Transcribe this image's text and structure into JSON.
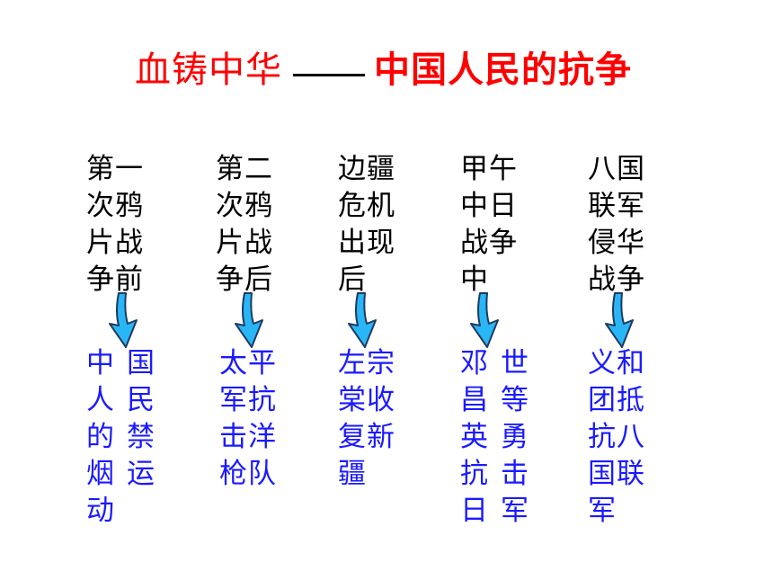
{
  "title": {
    "main": "血铸中华",
    "subtitle": "中国人民的抗争"
  },
  "columns": [
    {
      "period": "第一次鸦片战争前",
      "event": "中国人民的禁烟运动"
    },
    {
      "period": "第二次鸦片战争后",
      "event": "太平军抗击洋枪队"
    },
    {
      "period": "边疆危机出现后",
      "event": "左宗棠收复新疆"
    },
    {
      "period": "甲午中日战争中",
      "event": "邓世昌等英勇抗击日军"
    },
    {
      "period": "八国联军侵华战争",
      "event": "义和团抵抗八国联军"
    }
  ],
  "colors": {
    "title": "#ff0000",
    "period_text": "#000000",
    "event_text": "#1a1aff",
    "arrow_fill": "#29b6f6",
    "arrow_stroke": "#1f3a5f"
  },
  "icons": {
    "arrow": "curved-down-arrow-icon"
  }
}
